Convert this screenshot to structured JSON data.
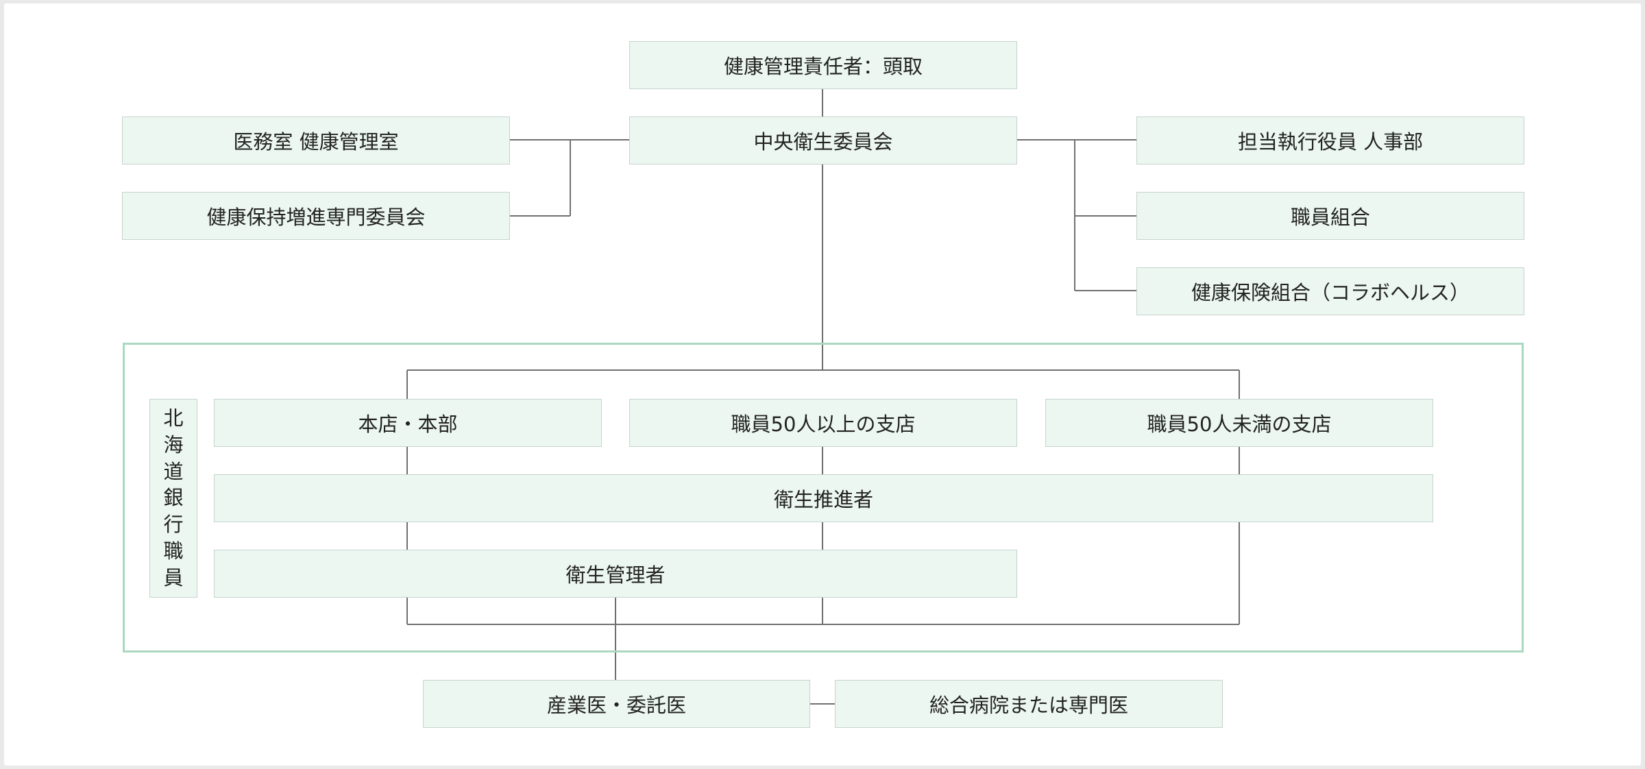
{
  "top": {
    "head": "健康管理責任者：頭取",
    "committee": "中央衛生委員会"
  },
  "left": {
    "medical_office": "医務室 健康管理室",
    "health_committee": "健康保持増進専門委員会"
  },
  "right": {
    "executive": "担当執行役員 人事部",
    "union": "職員組合",
    "insurance": "健康保険組合（コラボヘルス）"
  },
  "staff_group": {
    "label_chars": [
      "北",
      "海",
      "道",
      "銀",
      "行",
      "職",
      "員"
    ],
    "head_office": "本店・本部",
    "large_branch": "職員50人以上の支店",
    "small_branch": "職員50人未満の支店",
    "health_promoter": "衛生推進者",
    "health_manager": "衛生管理者"
  },
  "bottom": {
    "industrial_doctor": "産業医・委託医",
    "hospital": "総合病院または専門医"
  }
}
